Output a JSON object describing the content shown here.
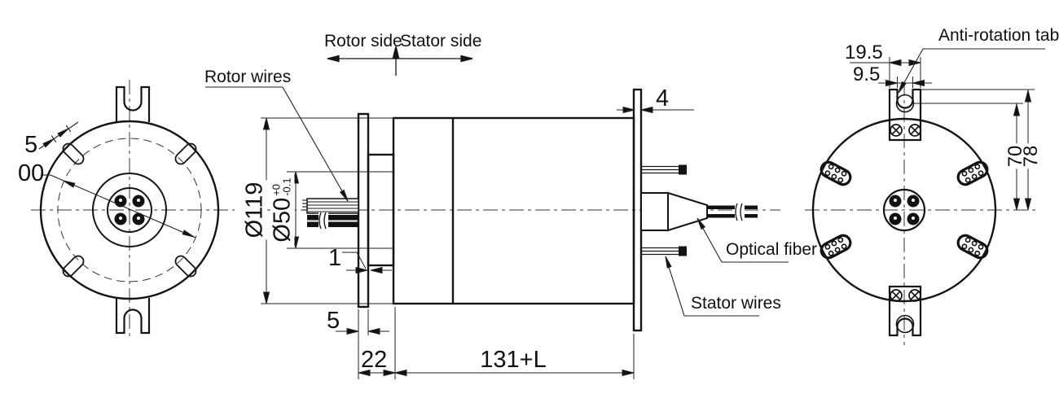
{
  "labels": {
    "rotor_side": "Rotor side",
    "stator_side": "Stator  side",
    "rotor_wires": "Rotor wires",
    "optical_fiber": "Optical fiber",
    "stator_wires": "Stator wires",
    "anti_rotation_tab": "Anti-rotation tab"
  },
  "dimensions": {
    "slot_width": "5",
    "bolt_circle_partial": "00",
    "body_diameter": "Ø119",
    "bore_diameter": "Ø50",
    "bore_tol_upper": "+0",
    "bore_tol_lower": "-0.1",
    "flange_gap": "1",
    "rotor_flange_thickness": "5",
    "stator_flange_thickness": "4",
    "front_length": "22",
    "body_length": "131+L",
    "tab_width": "19.5",
    "tab_slot_width": "9.5",
    "fiber_center_height": "70",
    "tab_top_height": "78"
  },
  "colors": {
    "line": "#141414",
    "background": "#ffffff"
  }
}
